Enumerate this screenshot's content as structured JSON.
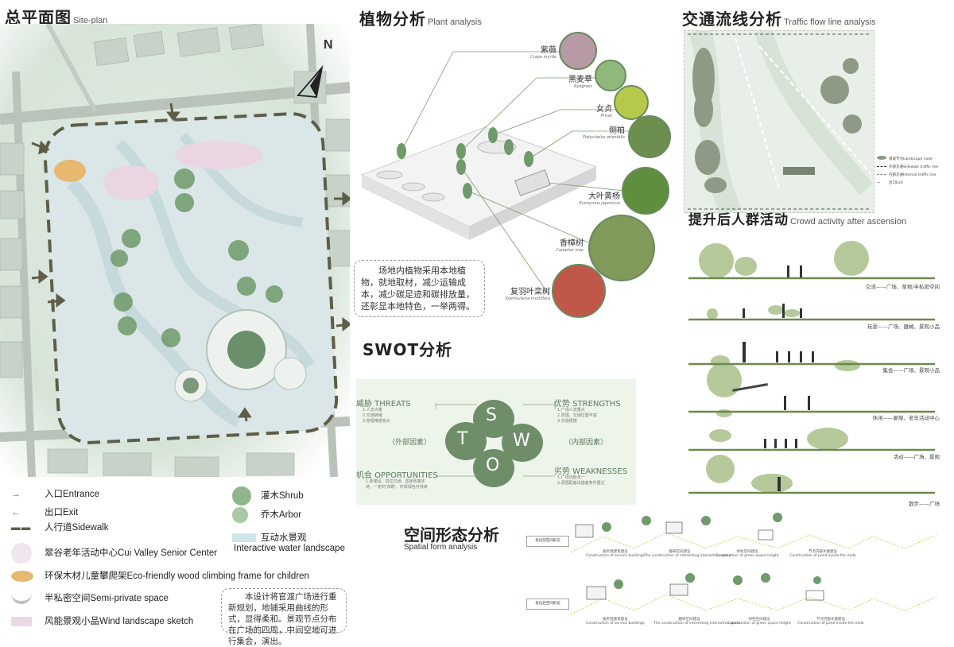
{
  "site_plan": {
    "title_cn": "总平面图",
    "title_en": "Site-plan",
    "north": "N",
    "legend": [
      {
        "label": "入口Entrance",
        "icon": "entrance-arrow-icon"
      },
      {
        "label": "出口Exit",
        "icon": "exit-arrow-icon"
      },
      {
        "label": "人行道Sidewalk",
        "icon": "sidewalk-dash-icon"
      },
      {
        "label": "翠谷老年活动中心Cui Valley Senior Center",
        "icon": "senior-center-icon"
      },
      {
        "label": "环保木材儿童攀爬架Eco-friendly wood climbing frame for children",
        "icon": "climbing-frame-icon"
      },
      {
        "label": "半私密空间Semi-private space",
        "icon": "semi-private-icon"
      },
      {
        "label": "风能景观小品Wind landscape sketch",
        "icon": "wind-sketch-icon"
      },
      {
        "label": "灌木Shrub",
        "icon": "shrub-icon"
      },
      {
        "label": "乔木Arbor",
        "icon": "arbor-icon"
      },
      {
        "label": "互动水景观",
        "icon": "water-landscape-icon"
      },
      {
        "label": "Interactive water landscape",
        "icon": ""
      }
    ],
    "description": "本设计将官渡广场进行重新规划，地铺采用曲线的形式，显得柔和。景观节点分布在广场的四周，中间空地可进行集会，演出。"
  },
  "plant_analysis": {
    "title_cn": "植物分析",
    "title_en": "Plant analysis",
    "plants": [
      {
        "cn": "紫薇",
        "en": "Crape myrtle",
        "color": "#b89aa6"
      },
      {
        "cn": "黑麦草",
        "en": "Ryegrass",
        "color": "#8fb87a"
      },
      {
        "cn": "女贞",
        "en": "Privet",
        "color": "#b6c94a"
      },
      {
        "cn": "侧柏",
        "en": "Platycladus orientalis",
        "color": "#6c8f50"
      },
      {
        "cn": "大叶黄杨",
        "en": "Euonymus japonicus",
        "color": "#5f8f3e"
      },
      {
        "cn": "香樟树",
        "en": "Camphor tree",
        "color": "#7f9a5a"
      },
      {
        "cn": "复羽叶栾树",
        "en": "Koelreuteria multiflora",
        "color": "#c0584a"
      }
    ],
    "note": "场地内植物采用本地植物，就地取材，减少运输成本，减少碳足迹和碳排放量，还彰显本地特色，一举两得。"
  },
  "traffic": {
    "title_cn": "交通流线分析",
    "title_en": "Traffic flow line analysis",
    "legend": [
      "景观节点Landscape node",
      "外部交通Sidewalk traffic line",
      "内部交通Internal traffic line",
      "出口Exit"
    ]
  },
  "crowd": {
    "title_cn": "提升后人群活动",
    "title_en": "Crowd activity after ascension",
    "rows": [
      "交流——广场、草地/半私密空间",
      "玩耍——广场、器械、景观小品",
      "集会——广场、景观小品",
      "休闲——廊架、老年活动中心",
      "活动——广场、景观",
      "散步——广场"
    ]
  },
  "swot": {
    "title": "SWOT分析",
    "letters": [
      "S",
      "T",
      "W",
      "O"
    ],
    "threats": "威胁 THREATS",
    "strengths": "优势 STRENGTHS",
    "opportunities": "机会 OPPORTUNITIES",
    "weaknesses": "劣势 WEAKNESSES",
    "external": "（外部因素）",
    "internal": "（内部因素）",
    "threat_items": [
      "1.人流大量",
      "2.交通拥堵",
      "3.管理难度较大"
    ],
    "strength_items": [
      "1.广场人流量大",
      "2.周围、交通位置丰富",
      "3.交通便捷"
    ],
    "opportunity_items": [
      "1.新建设、前往交通、国家政策支",
      "持、一定的'双碳'、环保绿色可持续"
    ],
    "weakness_items": [
      "1.广场功能单一",
      "2.周围配套设施差条件匮乏"
    ]
  },
  "spatial": {
    "title_cn": "空间形态分析",
    "title_en": "Spatial form analysis",
    "row1_tag": "优化前空间形态",
    "row2_tag": "优化后空间形态",
    "steps": [
      "服务性建筑建设",
      "趣味空间建设",
      "绿色空间建设",
      "节点内部水塘建设"
    ],
    "steps_en": [
      "Construction of service buildings",
      "The construction of interesting interactive space",
      "Construction of green space height",
      "Construction of pond inside the node"
    ]
  }
}
